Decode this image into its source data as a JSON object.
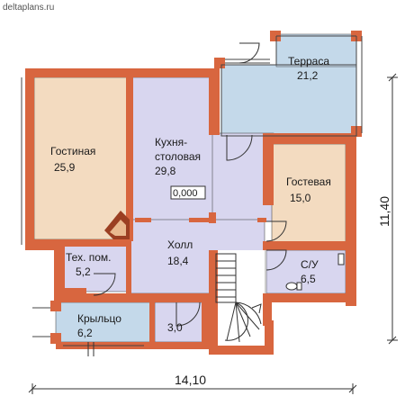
{
  "watermark": "deltaplans.ru",
  "colors": {
    "wall": "#d8663f",
    "wall_dark": "#9b3f22",
    "living": "#f3dbc0",
    "kitchen": "#d8d6ef",
    "guest": "#f3dbc0",
    "terrace": "#c4d9ea",
    "porch": "#c4d9ea",
    "service": "#d8d6ef",
    "outline": "#333333"
  },
  "rooms": {
    "living": {
      "name": "Гостиная",
      "area": "25,9"
    },
    "kitchen": {
      "name_line1": "Кухня-",
      "name_line2": "столовая",
      "area": "29,8"
    },
    "terrace": {
      "name": "Терраса",
      "area": "21,2"
    },
    "guest": {
      "name": "Гостевая",
      "area": "15,0"
    },
    "hall": {
      "name": "Холл",
      "area": "18,4"
    },
    "tech": {
      "name": "Тех. пом.",
      "area": "5,2"
    },
    "bath": {
      "name": "С/У",
      "area": "6,5"
    },
    "porch": {
      "name": "Крыльцо",
      "area": "6,2"
    },
    "storage": {
      "area": "3,0"
    }
  },
  "level_mark": "0,000",
  "dimensions": {
    "width": "14,10",
    "height": "11,40"
  },
  "icons": [
    "fireplace-icon",
    "stair-icon",
    "toilet-icon",
    "door-swing-icon"
  ]
}
